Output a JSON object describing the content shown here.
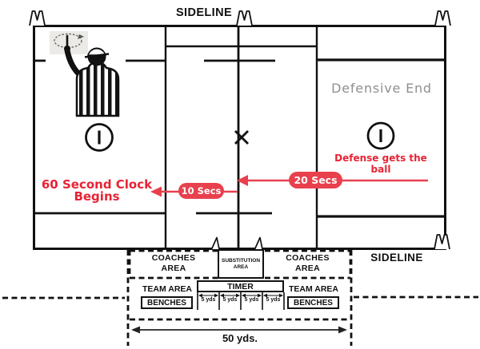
{
  "title": "Lacrosse 60-second clock field diagram",
  "colors": {
    "red": "#e8404d",
    "red-text": "#e62434",
    "gray-text": "#8f8f8f",
    "line": "#111111"
  },
  "field": {
    "sideline_top": "SIDELINE",
    "sideline_bottom": "SIDELINE",
    "defensive_end_label": "Defensive End",
    "defense_ball_label": "Defense gets the ball",
    "clock_label_line1": "60 Second Clock",
    "clock_label_line2": "Begins",
    "badge_20secs": "20 Secs",
    "badge_10secs": "10 Secs"
  },
  "bench_area": {
    "coaches_area_left": {
      "line1": "COACHES",
      "line2": "AREA"
    },
    "substitution_area": {
      "line1": "SUBSTITUTION",
      "line2": "AREA"
    },
    "coaches_area_right": {
      "line1": "COACHES",
      "line2": "AREA"
    },
    "team_area_left_label": "TEAM AREA",
    "benches_left_label": "BENCHES",
    "timer_label": "TIMER",
    "timer_segments": [
      "5 yds",
      "5 yds",
      "5 yds",
      "5 yds"
    ],
    "team_area_right_label": "TEAM AREA",
    "benches_right_label": "BENCHES",
    "field_width_label": "50 yds."
  },
  "icons": {
    "referee": "referee-signal-icon",
    "signal_card": "circular-rotation-signal-card-icon",
    "faceoff": "faceoff-x-icon",
    "goal": "circled-goal-icon",
    "pylon": "corner-pylon-icon"
  }
}
